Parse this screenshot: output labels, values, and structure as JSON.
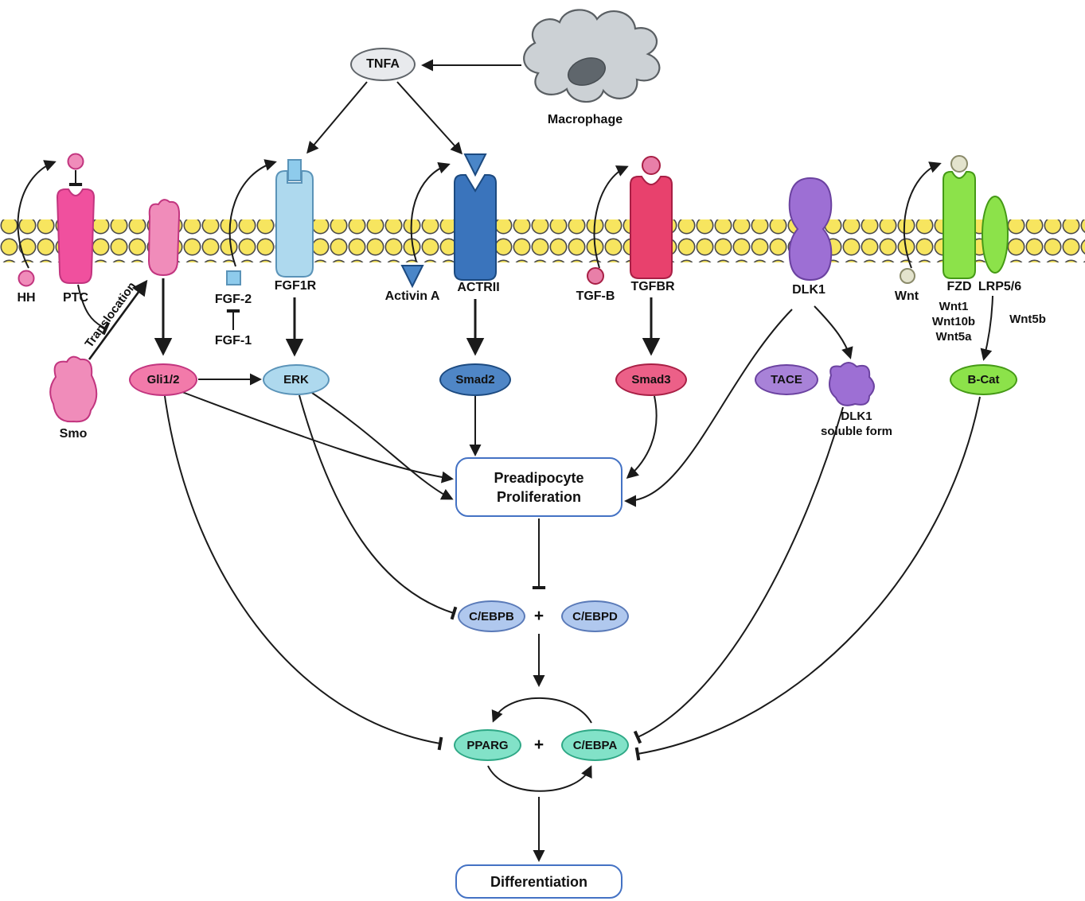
{
  "colors": {
    "membrane_yellow": "#f7e55f",
    "membrane_outline": "#4a4a4a",
    "arrow_black": "#1a1a1a",
    "hh_pink": "#f0509e",
    "hh_pink_dark": "#c2357f",
    "hh_pink_light": "#f08cba",
    "fgf_blue": "#aed9ee",
    "fgf_blue_dark": "#5a93b8",
    "activin_blue": "#3a74bc",
    "activin_blue_dark": "#1c4a80",
    "tgf_red": "#e8416d",
    "tgf_red_dark": "#a81f45",
    "tgf_ligand_pink": "#e87fa8",
    "dlk_purple": "#9d6fd4",
    "dlk_purple_dark": "#6b42a0",
    "tace_purple": "#a882d8",
    "wnt_green": "#8ce24a",
    "wnt_green_dark": "#459a16",
    "wnt_ligand_gray": "#e3e3cd",
    "node_steel_blue": "#4f86c6",
    "node_crimson": "#ec6088",
    "node_pink": "#f27aaa",
    "node_periwinkle": "#b0c8ee",
    "node_teal": "#82e2c8",
    "box_border_blue": "#4472c4",
    "macrophage_gray": "#ccd1d5"
  },
  "top": {
    "macrophage": "Macrophage",
    "tnfa": "TNFA"
  },
  "hedgehog": {
    "hh": "HH",
    "ptc": "PTC",
    "translocation": "Translocation",
    "smo": "Smo",
    "gli": "Gli1/2"
  },
  "fgf": {
    "fgf2": "FGF-2",
    "fgf1": "FGF-1",
    "receptor": "FGF1R",
    "erk": "ERK"
  },
  "activin": {
    "ligand": "Activin A",
    "receptor": "ACTRII",
    "smad2": "Smad2"
  },
  "tgf": {
    "ligand": "TGF-B",
    "receptor": "TGFBR",
    "smad3": "Smad3"
  },
  "dlk": {
    "receptor": "DLK1",
    "tace": "TACE",
    "soluble_line1": "DLK1",
    "soluble_line2": "soluble form"
  },
  "wnt": {
    "ligand": "Wnt",
    "fzd": "FZD",
    "lrp": "LRP5/6",
    "wnt1": "Wnt1",
    "wnt10b": "Wnt10b",
    "wnt5a": "Wnt5a",
    "wnt5b": "Wnt5b",
    "bcat": "B-Cat"
  },
  "core": {
    "proliferation_line1": "Preadipocyte",
    "proliferation_line2": "Proliferation",
    "cebpb": "C/EBPB",
    "cebpd": "C/EBPD",
    "plus": "+",
    "pparg": "PPARG",
    "cebpa": "C/EBPA",
    "differentiation": "Differentiation"
  }
}
